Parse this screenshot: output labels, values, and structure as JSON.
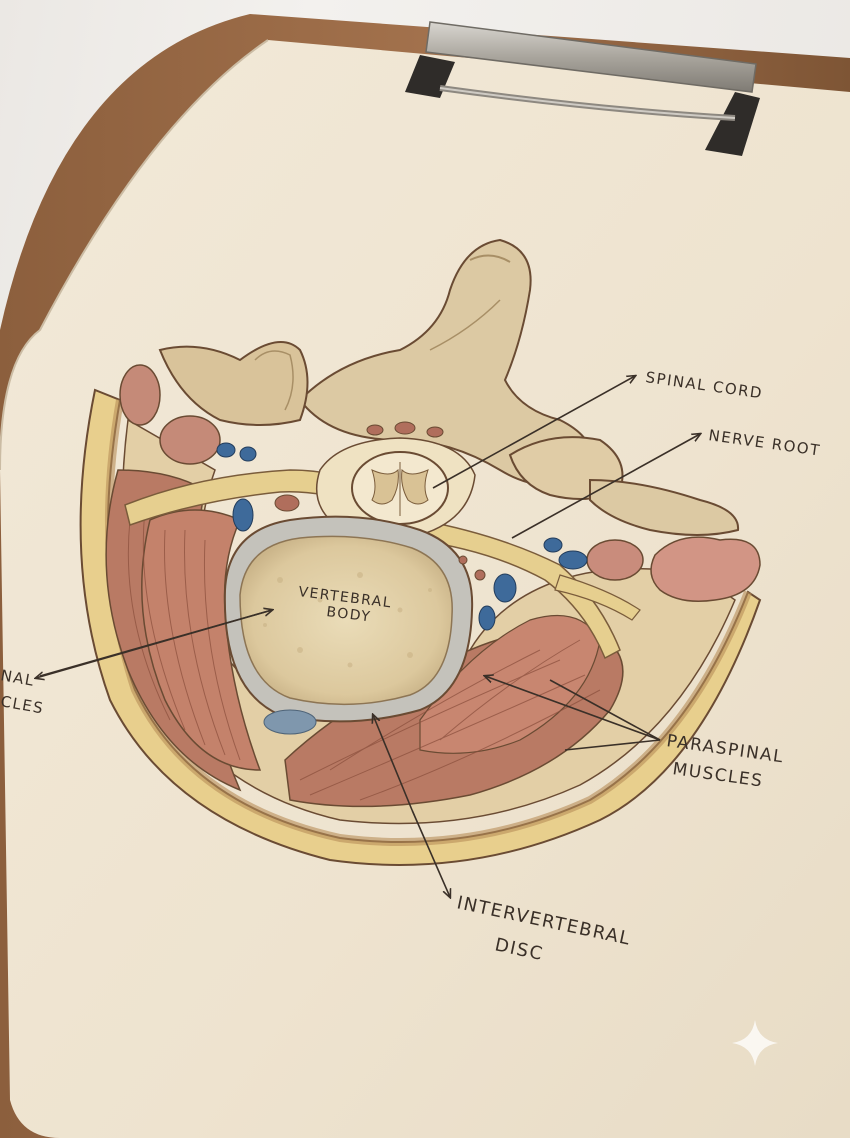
{
  "labels": {
    "spinal_cord": "SPINAL CORD",
    "nerve_root": "NERVE ROOT",
    "vertebral_body_line1": "VERTEBRAL",
    "vertebral_body_line2": "BODY",
    "left_partial_line1": "NAL",
    "left_partial_line2": "CLES",
    "paraspinal_line1": "PARASPINAL",
    "paraspinal_line2": "MUSCLES",
    "disc_line1": "INTERVERTEBRAL",
    "disc_line2": "DISC"
  },
  "colors": {
    "paper": "#efe5d3",
    "clipboard": "#9a6a45",
    "bone": "#dcc9a3",
    "muscle": "#b97a64",
    "vein": "#3e6a9a",
    "nerve": "#e6cf8f",
    "ink": "#3a3028"
  },
  "icons": {
    "watermark": "sparkle-icon"
  }
}
